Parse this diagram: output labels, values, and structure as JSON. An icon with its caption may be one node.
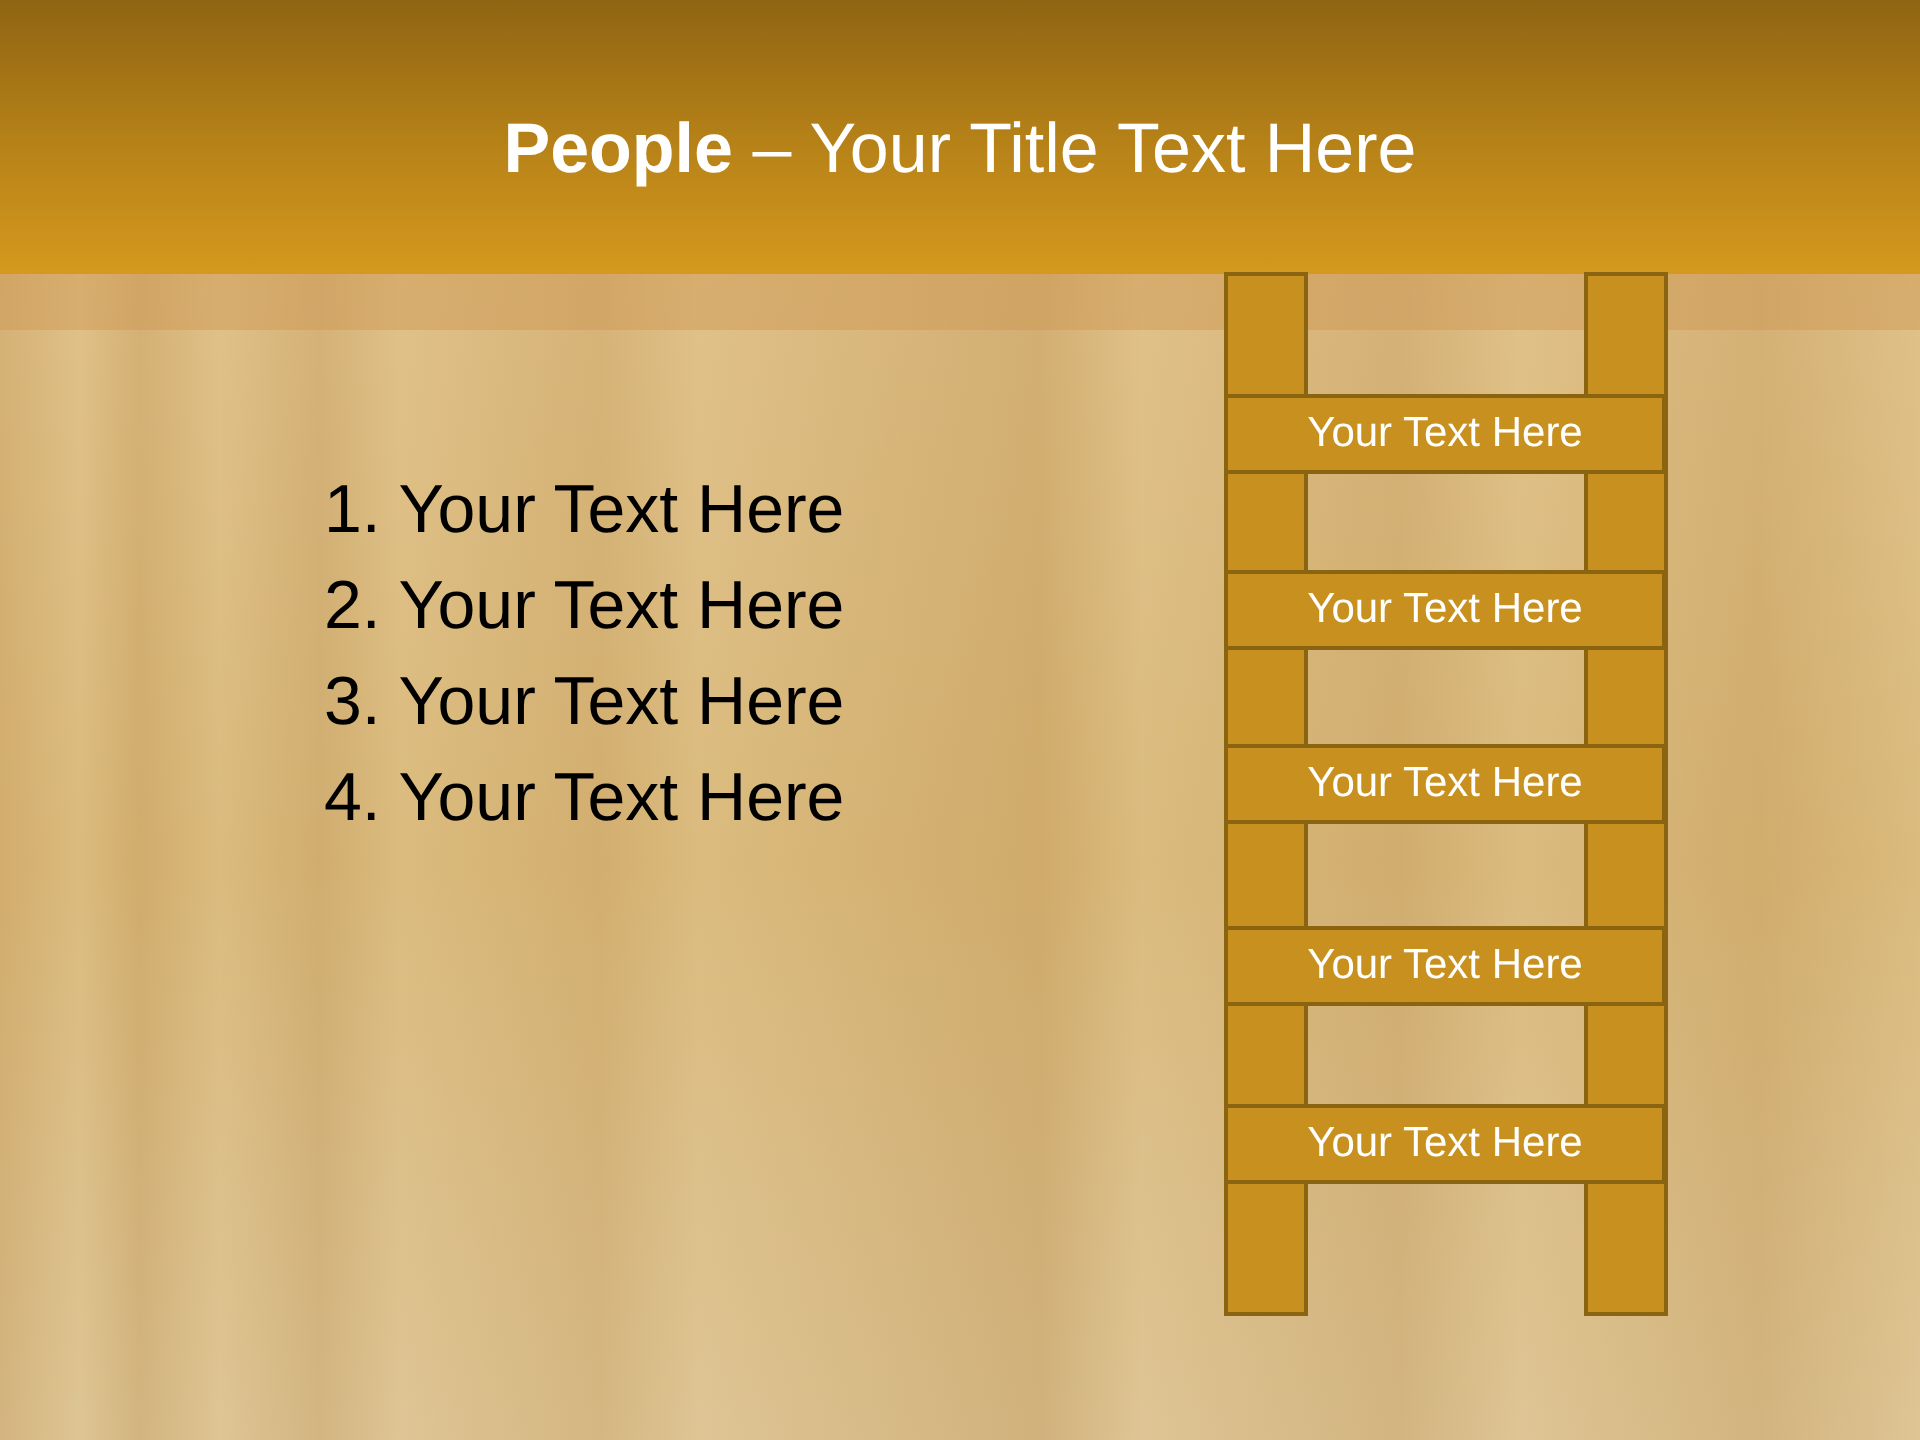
{
  "diagram": {
    "title": "**People** – Your Title Text Here",
    "nodes": [
      {
        "text": [
          "Your Text Here"
        ]
      },
      {
        "text": [
          "Your Text Here"
        ]
      },
      {
        "text": [
          "Your Text Here"
        ]
      },
      {
        "text": [
          "Your Text Here"
        ]
      },
      {
        "text": [
          "Your Text Here"
        ]
      }
    ],
    "labels": [
      "1. Your Text Here",
      "2. Your Text Here",
      "3. Your Text Here",
      "4. Your Text Here"
    ]
  }
}
